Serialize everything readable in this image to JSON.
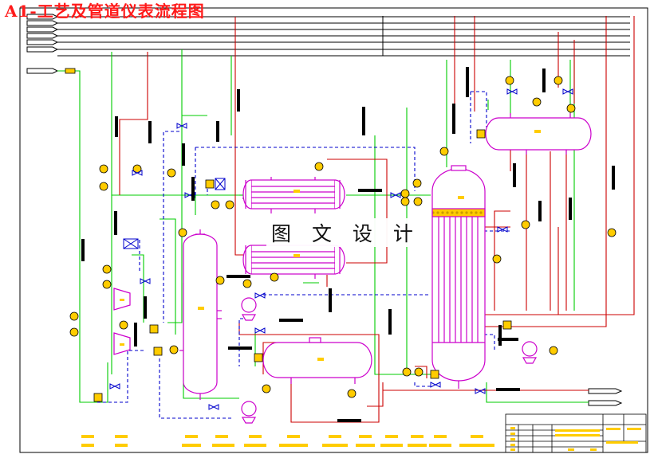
{
  "title": "A1-工艺及管道仪表流程图",
  "watermark": "图 文 设 计",
  "colors": {
    "frame": "#000000",
    "vessel": "#cc00cc",
    "process_line": "#cc0000",
    "utility_line": "#00cc00",
    "instrument_line": "#0000cc",
    "instrument_bubble": "#ffcc00",
    "tag_bar": "#000000"
  },
  "equipment": [
    {
      "id": "E-upper",
      "type": "shell-and-tube heat exchanger"
    },
    {
      "id": "E-lower",
      "type": "shell-and-tube heat exchanger"
    },
    {
      "id": "T-left",
      "type": "vertical vessel"
    },
    {
      "id": "D-bottom",
      "type": "horizontal drum"
    },
    {
      "id": "R-main",
      "type": "multitubular reactor"
    },
    {
      "id": "D-top",
      "type": "horizontal drum"
    },
    {
      "id": "P-1",
      "type": "pump"
    },
    {
      "id": "P-2",
      "type": "pump"
    },
    {
      "id": "P-3",
      "type": "pump"
    },
    {
      "id": "C-1",
      "type": "compressor"
    },
    {
      "id": "C-2",
      "type": "compressor"
    }
  ],
  "inlet_stream_count": 6,
  "outlet_stream_count": 2,
  "equipment_label_count": 14
}
